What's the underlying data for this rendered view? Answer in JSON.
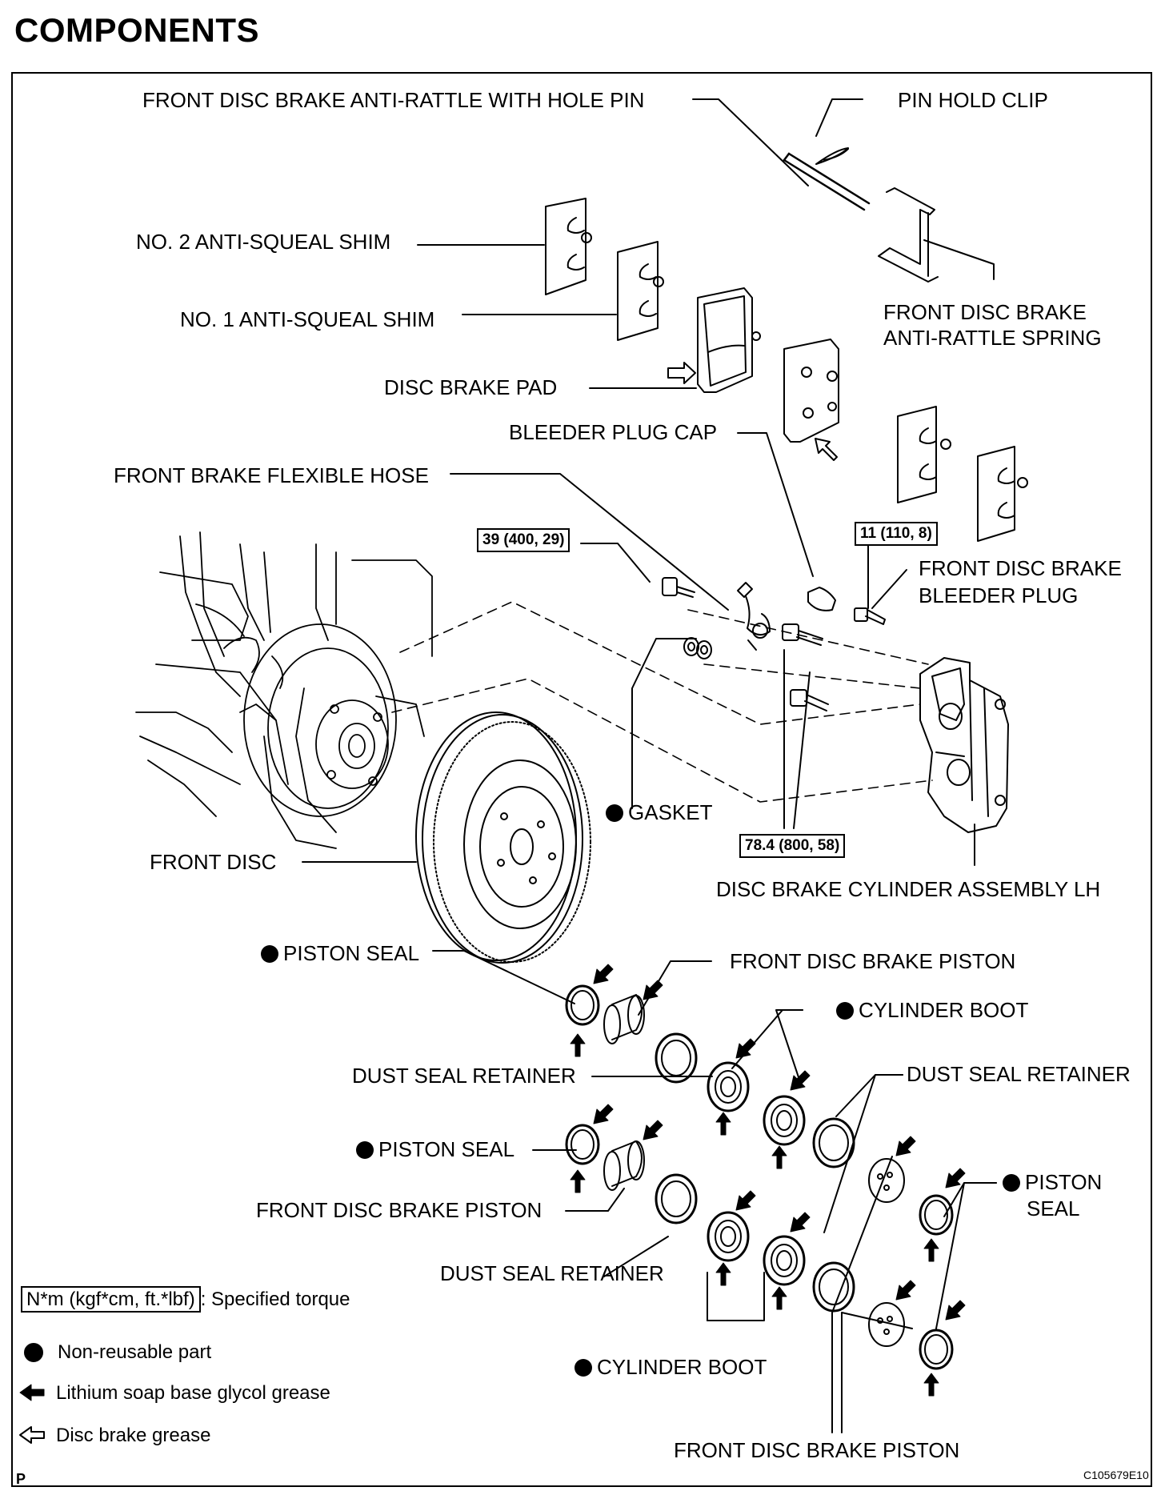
{
  "heading": "COMPONENTS",
  "labels": {
    "anti_rattle_pin": "FRONT DISC BRAKE ANTI-RATTLE WITH HOLE PIN",
    "pin_hold_clip": "PIN HOLD CLIP",
    "no2_shim": "NO. 2 ANTI-SQUEAL SHIM",
    "no1_shim": "NO. 1 ANTI-SQUEAL SHIM",
    "anti_rattle_spring_1": "FRONT DISC BRAKE",
    "anti_rattle_spring_2": "ANTI-RATTLE SPRING",
    "disc_brake_pad": "DISC BRAKE PAD",
    "bleeder_plug_cap": "BLEEDER PLUG CAP",
    "flexible_hose": "FRONT BRAKE FLEXIBLE HOSE",
    "bleeder_plug_1": "FRONT DISC BRAKE",
    "bleeder_plug_2": "BLEEDER PLUG",
    "gasket": "GASKET",
    "front_disc": "FRONT DISC",
    "cylinder_assembly": "DISC BRAKE CYLINDER ASSEMBLY LH",
    "piston_seal_top": "PISTON SEAL",
    "piston_top": "FRONT DISC BRAKE PISTON",
    "cylinder_boot_top": "CYLINDER BOOT",
    "dust_seal_retainer_left": "DUST SEAL RETAINER",
    "dust_seal_retainer_right": "DUST SEAL RETAINER",
    "piston_seal_mid": "PISTON SEAL",
    "piston_seal_right_1": "PISTON",
    "piston_seal_right_2": "SEAL",
    "piston_mid": "FRONT DISC BRAKE PISTON",
    "dust_seal_retainer_bottom": "DUST SEAL RETAINER",
    "cylinder_boot_bottom": "CYLINDER BOOT",
    "piston_bottom": "FRONT DISC BRAKE PISTON"
  },
  "torques": {
    "hose_bolt": "39 (400, 29)",
    "bleeder": "11 (110, 8)",
    "mount_bolts": "78.4 (800, 58)"
  },
  "legend": {
    "torque_box": "N*m (kgf*cm, ft.*lbf)",
    "torque_text": ": Specified torque",
    "non_reusable": "Non-reusable part",
    "lithium": "Lithium soap base glycol grease",
    "disc_grease": "Disc brake grease"
  },
  "figure_code": "C105679E10",
  "page_mark": "P"
}
